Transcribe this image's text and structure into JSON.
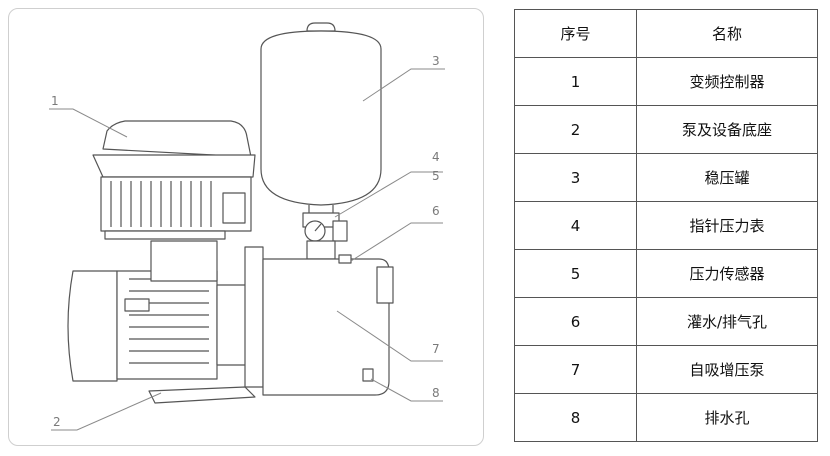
{
  "diagram": {
    "callouts": [
      "1",
      "2",
      "3",
      "4",
      "5",
      "6",
      "7",
      "8"
    ]
  },
  "table": {
    "headers": [
      "序号",
      "名称"
    ],
    "rows": [
      {
        "no": "1",
        "name": "变频控制器"
      },
      {
        "no": "2",
        "name": "泵及设备底座"
      },
      {
        "no": "3",
        "name": "稳压罐"
      },
      {
        "no": "4",
        "name": "指针压力表"
      },
      {
        "no": "5",
        "name": "压力传感器"
      },
      {
        "no": "6",
        "name": "灌水/排气孔"
      },
      {
        "no": "7",
        "name": "自吸增压泵"
      },
      {
        "no": "8",
        "name": "排水孔"
      }
    ]
  }
}
